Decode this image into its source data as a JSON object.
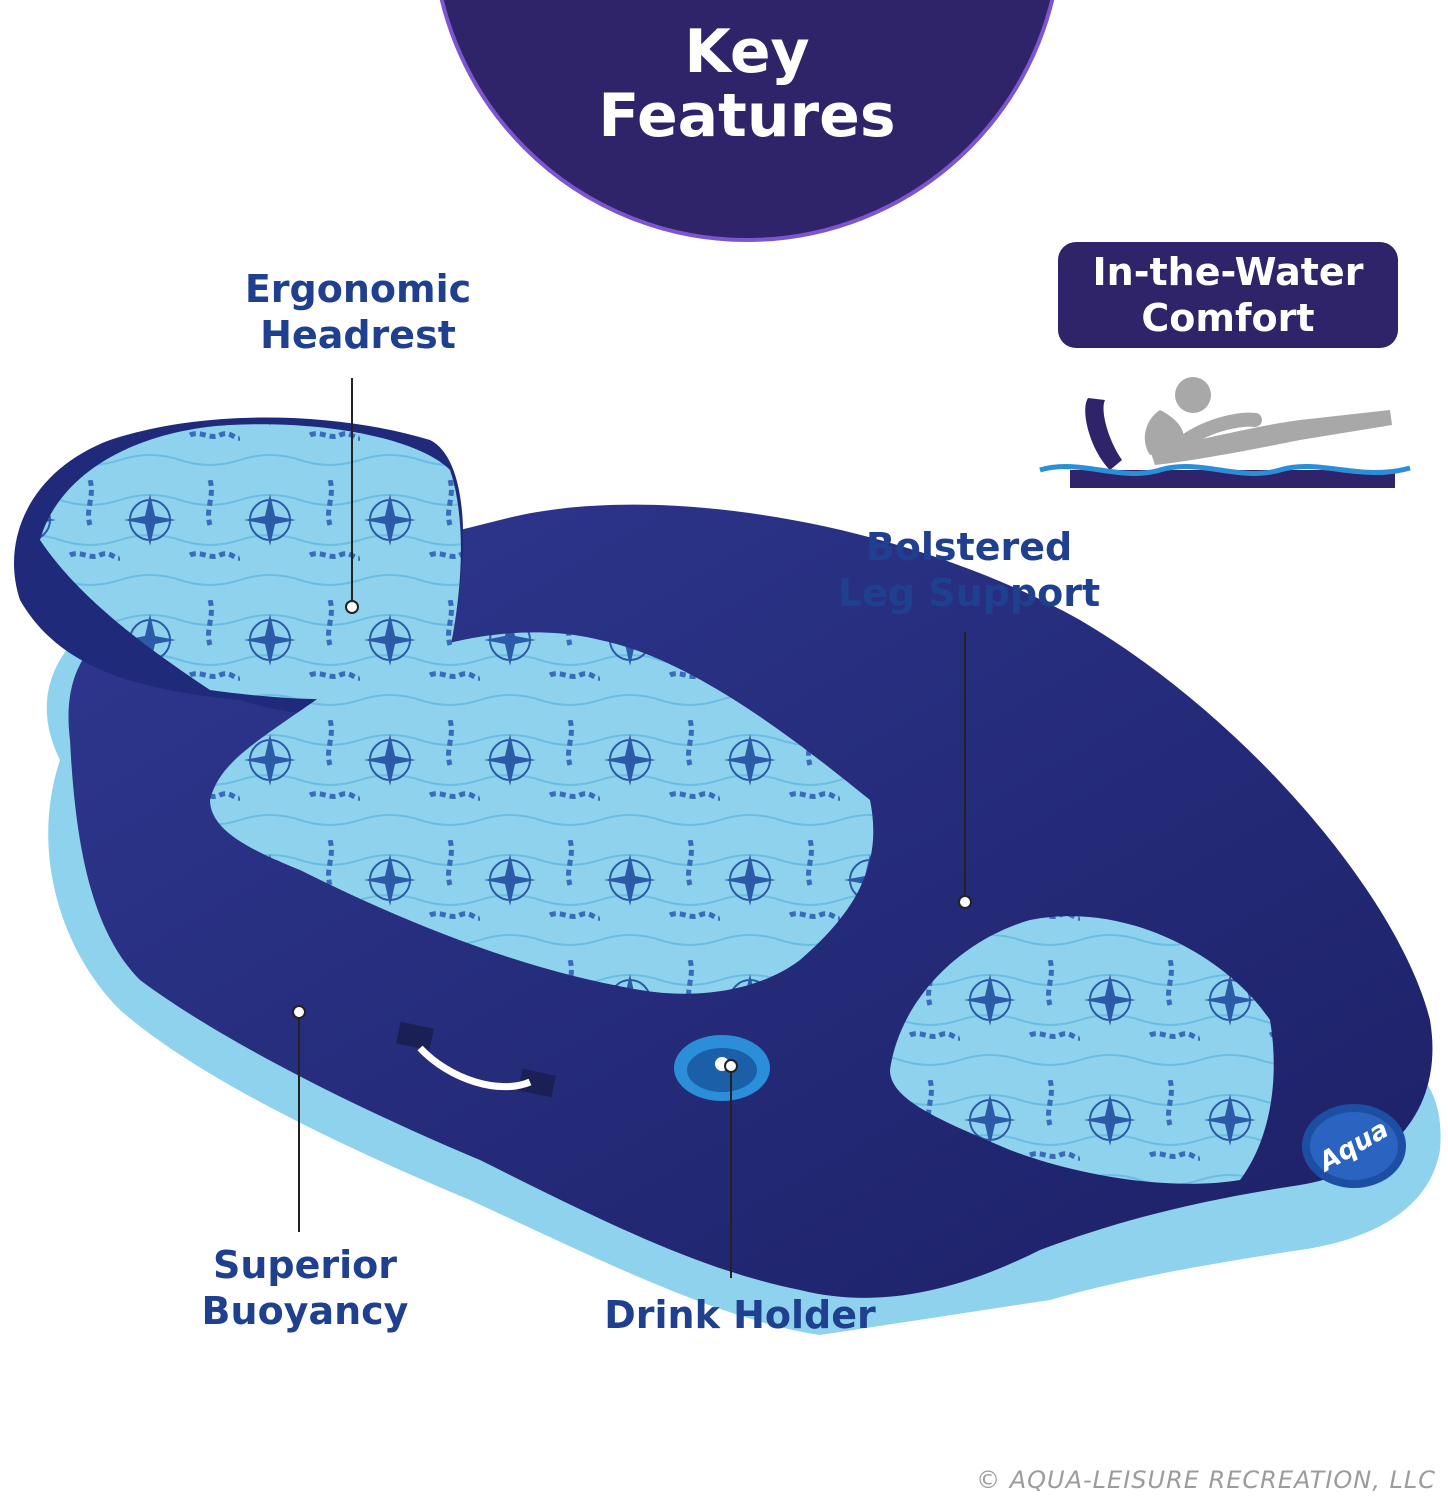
{
  "header": {
    "title_line1": "Key",
    "title_line2": "Features"
  },
  "callouts": {
    "headrest": {
      "line1": "Ergonomic",
      "line2": "Headrest"
    },
    "leg_support": {
      "line1": "Bolstered",
      "line2": "Leg Support"
    },
    "buoyancy": {
      "line1": "Superior",
      "line2": "Buoyancy"
    },
    "drink_holder": {
      "line1": "Drink Holder"
    }
  },
  "badge": {
    "line1": "In-the-Water",
    "line2": "Comfort"
  },
  "logo": {
    "text": "Aqua"
  },
  "footer": {
    "copyright": "© AQUA-LEISURE RECREATION, LLC"
  },
  "colors": {
    "navy": "#2f2469",
    "purple_ring": "#7b56d0",
    "label_blue": "#1f3f8f",
    "float_navy": "#262c7c",
    "mesh_blue": "#8fd2ee",
    "water_blue": "#2a8fd8"
  },
  "icons": [
    "compass-rose-icon",
    "person-reclining-icon",
    "water-wave-icon"
  ]
}
